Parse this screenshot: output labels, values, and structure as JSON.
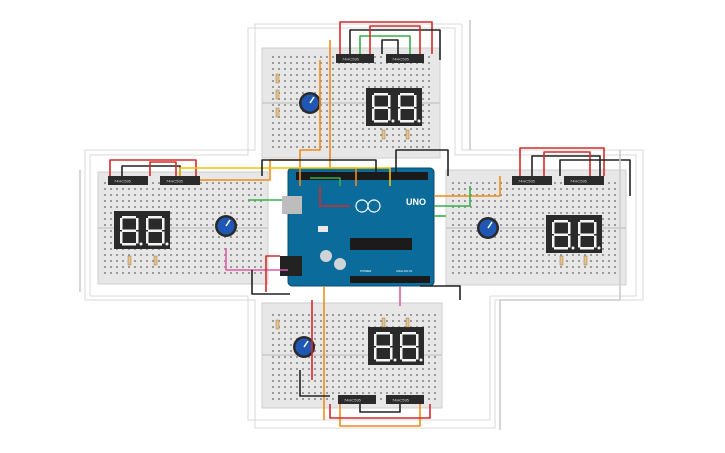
{
  "colors": {
    "background": "#ffffff",
    "breadboard": "#e7e7e7",
    "board_blue": "#0b6b9a",
    "wire_red": "#d62a2a",
    "wire_black": "#222222",
    "wire_orange": "#f08c1a",
    "wire_green": "#36b04a",
    "wire_grey": "#cccccc",
    "wire_brown": "#8a5a2b",
    "wire_yellow": "#f2c200",
    "wire_pink": "#e05ca6",
    "display_body": "#2a2a2a",
    "segment": "#f5f5f5",
    "pot_knob": "#1f57b5",
    "chip_body": "#2b2b2b"
  },
  "chips": {
    "top": [
      "74HC595",
      "74HC595"
    ],
    "left": [
      "74HC595",
      "74HC595"
    ],
    "right": [
      "74HC595",
      "74HC595"
    ],
    "bottom": [
      "74HC595",
      "74HC595"
    ]
  },
  "arduino": {
    "logo": "UNO",
    "power_label": "POWER",
    "analog_label": "ANALOG IN"
  },
  "icons": {
    "potentiometer": "potentiometer-icon",
    "display": "seven-segment-display-icon",
    "chip": "ic-chip-icon",
    "resistor": "resistor-icon"
  }
}
